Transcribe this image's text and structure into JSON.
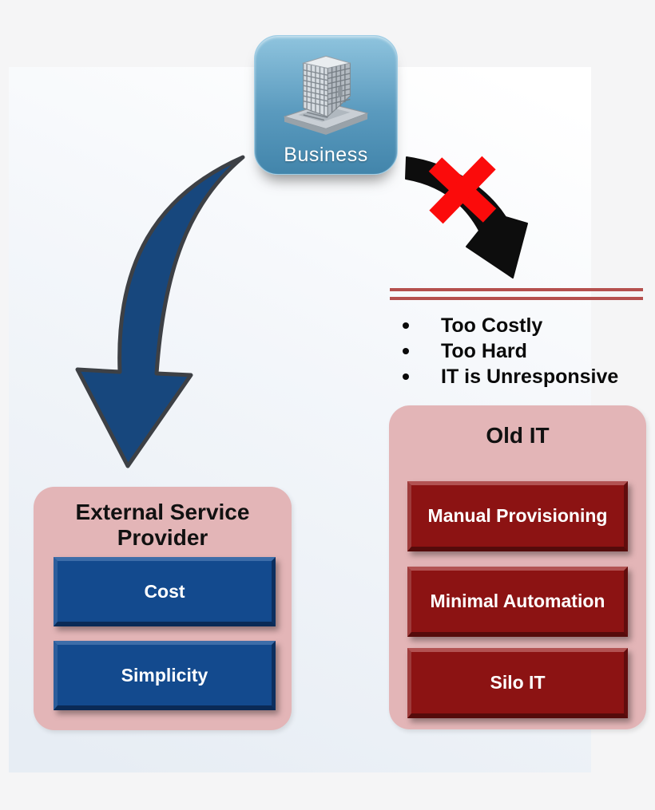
{
  "business_tile": {
    "label": "Business"
  },
  "rejection": {
    "bullets": [
      "Too Costly",
      "Too Hard",
      "IT is Unresponsive"
    ]
  },
  "old_it_panel": {
    "title": "Old IT",
    "boxes": [
      "Manual Provisioning",
      "Minimal Automation",
      "Silo IT"
    ]
  },
  "external_service_panel": {
    "title": "External Service Provider",
    "boxes": [
      "Cost",
      "Simplicity"
    ]
  },
  "icons": {
    "business": "office-building-icon",
    "rejected": "red-x-icon",
    "to_external_provider": "blue-curved-arrow-icon",
    "to_old_it": "black-curved-arrow-icon"
  },
  "colors": {
    "panel_pink": "#e3b5b7",
    "box_dark_red": "#8c1313",
    "box_blue": "#134a8e",
    "arrow_blue": "#17477d",
    "arrow_black": "#0d0d0d",
    "x_red": "#fb0b0b",
    "divider_red": "#b5504e",
    "tile_blue": "#4285ab"
  }
}
